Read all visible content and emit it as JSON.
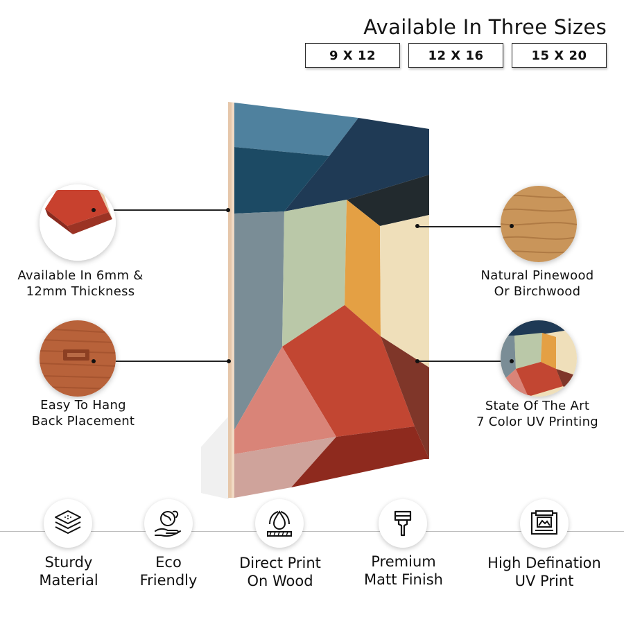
{
  "header": {
    "title": "Available In Three Sizes",
    "sizes": [
      "9 X 12",
      "12 X 16",
      "15 X 20"
    ]
  },
  "features_left": [
    {
      "line1": "Available In  6mm &",
      "line2": "12mm Thickness",
      "icon": "board-corner-thickness-image"
    },
    {
      "line1": "Easy To Hang",
      "line2": "Back Placement",
      "icon": "wall-hanger-image"
    }
  ],
  "features_right": [
    {
      "line1": "Natural Pinewood",
      "line2": "Or Birchwood",
      "icon": "wood-grain-image"
    },
    {
      "line1": "State Of The Art",
      "line2": "7 Color UV Printing",
      "icon": "print-detail-image"
    }
  ],
  "bottom_features": [
    {
      "line1": "Sturdy",
      "line2": "Material",
      "icon": "layers-icon"
    },
    {
      "line1": "Eco",
      "line2": "Friendly",
      "icon": "eco-hand-icon"
    },
    {
      "line1": "Direct Print",
      "line2": "On Wood",
      "icon": "ink-drop-icon"
    },
    {
      "line1": "Premium",
      "line2": "Matt Finish",
      "icon": "paint-brush-icon"
    },
    {
      "line1": "High Defination",
      "line2": "UV Print",
      "icon": "uv-printer-icon"
    }
  ],
  "colors": {
    "steel_blue": "#4f819e",
    "navy": "#1f3a55",
    "teal": "#1c4a64",
    "charcoal": "#222a2e",
    "sage": "#bac8a8",
    "orange": "#e4a044",
    "cream": "#efdfba",
    "grey_blue": "#7a8d96",
    "red": "#c24632",
    "salmon": "#d98478",
    "dark_red": "#8e2a1e",
    "brown": "#7f3629",
    "wood_edge": "#e8cbb0"
  }
}
